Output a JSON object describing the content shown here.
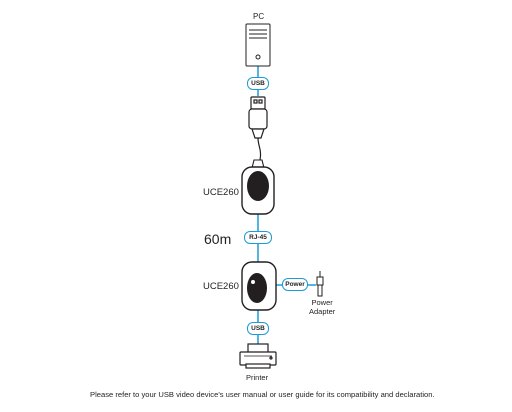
{
  "labels": {
    "pc": "PC",
    "usb_top": "USB",
    "uce_top": "UCE260",
    "distance": "60m",
    "rj45": "RJ-45",
    "uce_bottom": "UCE260",
    "power": "Power",
    "power_adapter_line1": "Power",
    "power_adapter_line2": "Adapter",
    "usb_bottom": "USB",
    "printer": "Printer"
  },
  "footnote": "Please refer to your USB video device's user manual or user guide for its compatibility and declaration.",
  "colors": {
    "cable": "#1e9bd7",
    "device": "#231f20",
    "text": "#231f20"
  }
}
